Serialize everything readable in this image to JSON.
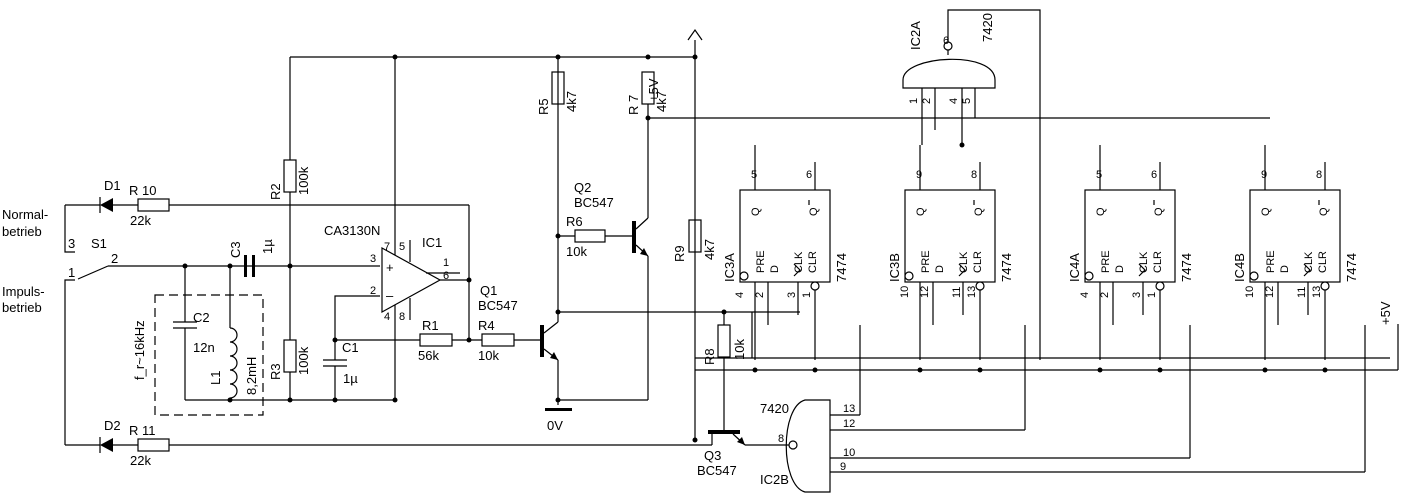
{
  "supply": "+5V",
  "ground": "0V",
  "switch": {
    "label": "S1",
    "pin1": "1",
    "pin2": "2",
    "pin3": "3",
    "mode_normal": "Normal-\nbetrieb",
    "mode_pulse": "Impuls-\nbetrieb"
  },
  "diodes": {
    "d1": "D1",
    "d2": "D2"
  },
  "resistors": {
    "r10": {
      "name": "R 10",
      "value": "22k"
    },
    "r11": {
      "name": "R 11",
      "value": "22k"
    },
    "r2": {
      "name": "R2",
      "value": "100k"
    },
    "r3": {
      "name": "R3",
      "value": "100k"
    },
    "r1": {
      "name": "R1",
      "value": "56k"
    },
    "r4": {
      "name": "R4",
      "value": "10k"
    },
    "r5": {
      "name": "R5",
      "value": "4k7"
    },
    "r6": {
      "name": "R6",
      "value": "10k"
    },
    "r7": {
      "name": "R 7",
      "value": "4k7"
    },
    "r8": {
      "name": "R8",
      "value": "10k"
    },
    "r9": {
      "name": "R9",
      "value": "4k7"
    }
  },
  "capacitors": {
    "c1": {
      "name": "C1",
      "value": "1µ"
    },
    "c2": {
      "name": "C2",
      "value": "12n"
    },
    "c3": {
      "name": "C3",
      "value": "1µ"
    }
  },
  "inductor": {
    "name": "L1",
    "value": "8,2mH"
  },
  "resonance": "f_r~16kHz",
  "ic1": {
    "name": "IC1",
    "part": "CA3130N",
    "pins": [
      "3",
      "2",
      "7",
      "5",
      "4",
      "8",
      "1",
      "6"
    ]
  },
  "transistors": {
    "q1": {
      "name": "Q1",
      "part": "BC547"
    },
    "q2": {
      "name": "Q2",
      "part": "BC547"
    },
    "q3": {
      "name": "Q3",
      "part": "BC547"
    }
  },
  "gates": {
    "ic2a": {
      "name": "IC2A",
      "part": "7420",
      "pins": [
        "6",
        "1",
        "2",
        "4",
        "5"
      ]
    },
    "ic2b": {
      "name": "IC2B",
      "part": "7420",
      "pins": [
        "13",
        "12",
        "10",
        "9",
        "8"
      ]
    }
  },
  "flipflops": [
    {
      "name": "IC3A",
      "part": "7474",
      "q": "5",
      "qn": "6",
      "pre": "4",
      "d": "2",
      "clk": "3",
      "clr": "1"
    },
    {
      "name": "IC3B",
      "part": "7474",
      "q": "9",
      "qn": "8",
      "pre": "10",
      "d": "12",
      "clk": "11",
      "clr": "13"
    },
    {
      "name": "IC4A",
      "part": "7474",
      "q": "5",
      "qn": "6",
      "pre": "4",
      "d": "2",
      "clk": "3",
      "clr": "1"
    },
    {
      "name": "IC4B",
      "part": "7474",
      "q": "9",
      "qn": "8",
      "pre": "10",
      "d": "12",
      "clk": "11",
      "clr": "13"
    }
  ],
  "ff_labels": {
    "q": "Q",
    "qbar": "Q",
    "pre": "PRE",
    "d": "D",
    "clk": "CLK",
    "clr": "CLR"
  }
}
